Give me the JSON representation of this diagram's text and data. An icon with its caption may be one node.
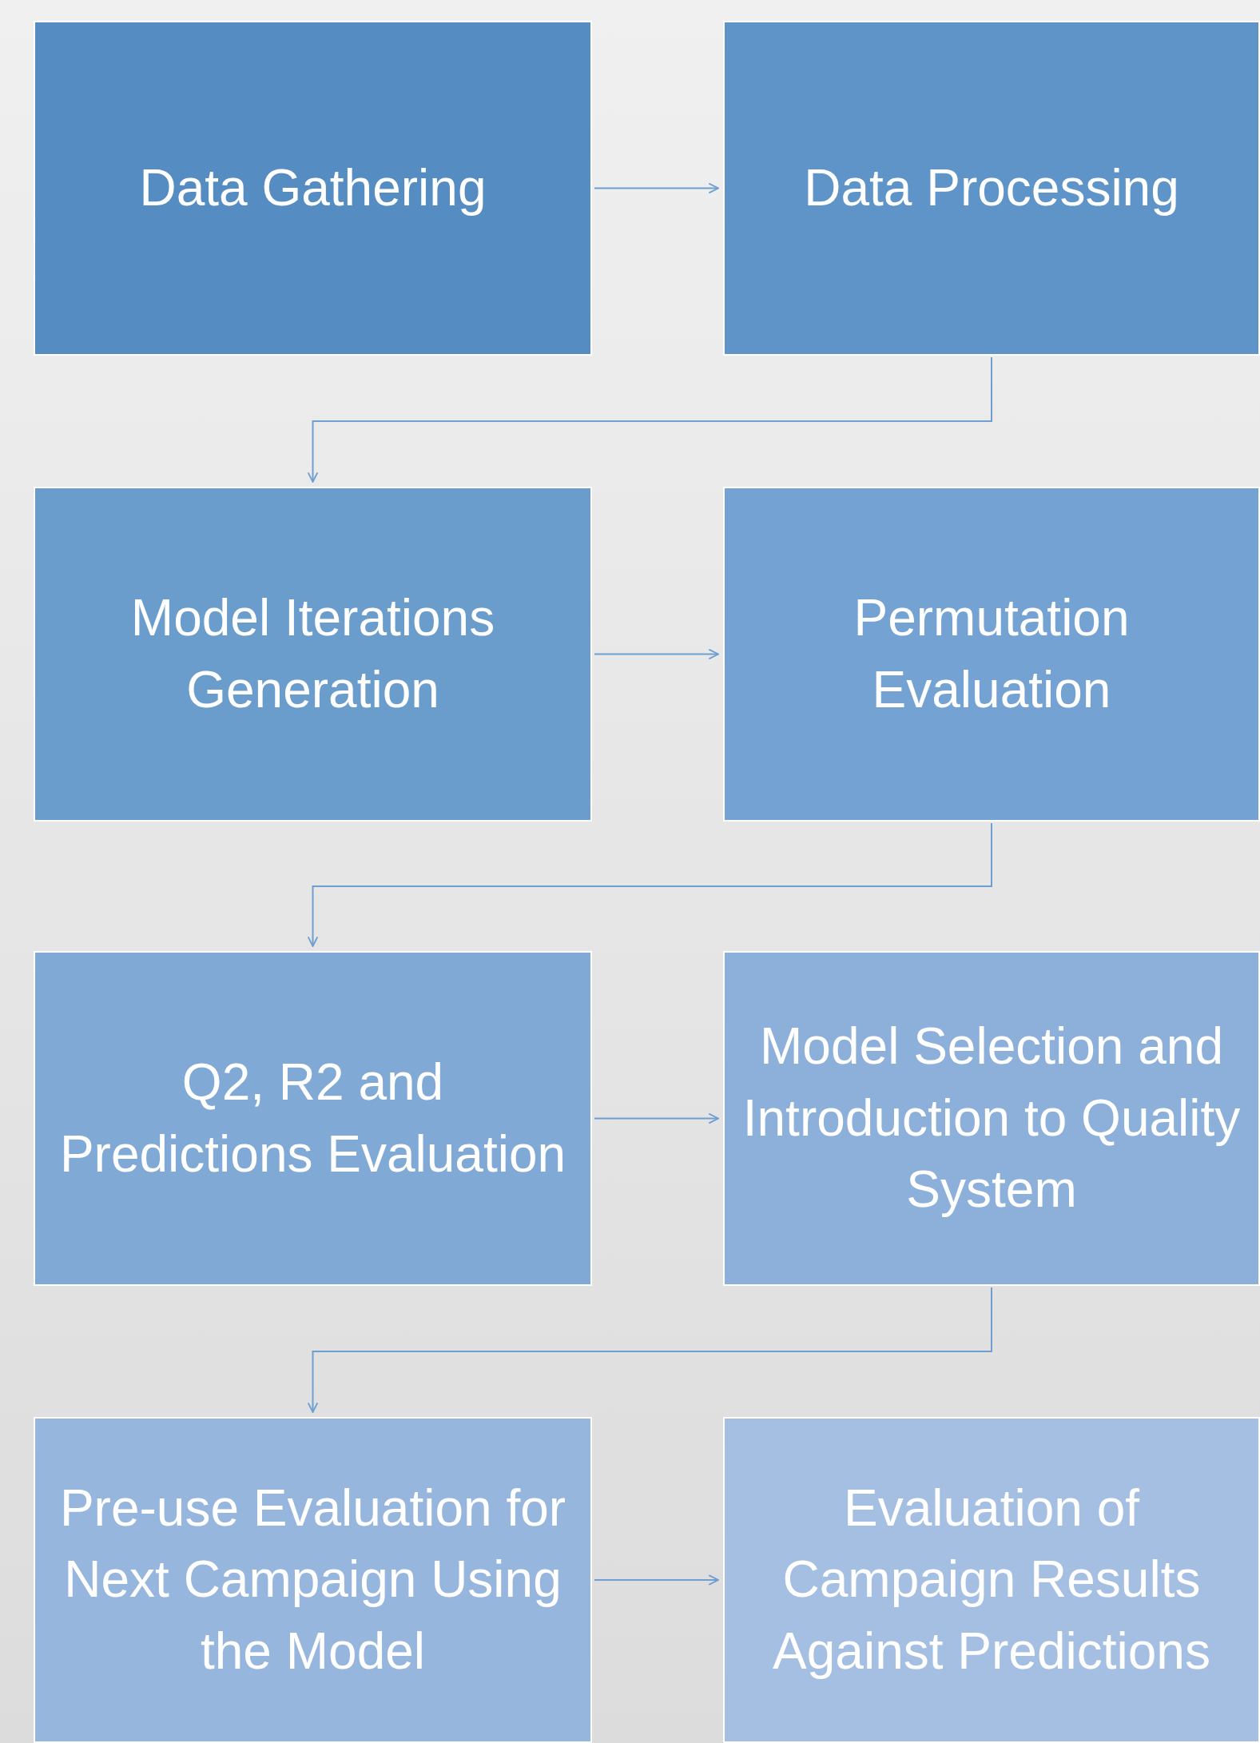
{
  "diagram": {
    "nodes": [
      {
        "text": [
          "Data Gathering"
        ]
      },
      {
        "text": [
          "Data Processing"
        ]
      },
      {
        "text": [
          "Model Iterations Generation"
        ]
      },
      {
        "text": [
          "Permutation Evaluation"
        ]
      },
      {
        "text": [
          "Q2, R2 and Predictions Evaluation"
        ]
      },
      {
        "text": [
          "Model Selection and Introduction to Quality System"
        ]
      },
      {
        "text": [
          "Pre-use Evaluation for Next Campaign Using the Model"
        ]
      },
      {
        "text": [
          "Evaluation of Campaign Results Against Predictions"
        ]
      }
    ],
    "edges": [
      {
        "from": 0,
        "to": 1,
        "arrow": "to"
      },
      {
        "from": 1,
        "to": 2,
        "arrow": "to"
      },
      {
        "from": 2,
        "to": 3,
        "arrow": "to"
      },
      {
        "from": 3,
        "to": 4,
        "arrow": "to"
      },
      {
        "from": 4,
        "to": 5,
        "arrow": "to"
      },
      {
        "from": 5,
        "to": 6,
        "arrow": "to"
      },
      {
        "from": 6,
        "to": 7,
        "arrow": "to"
      }
    ]
  }
}
